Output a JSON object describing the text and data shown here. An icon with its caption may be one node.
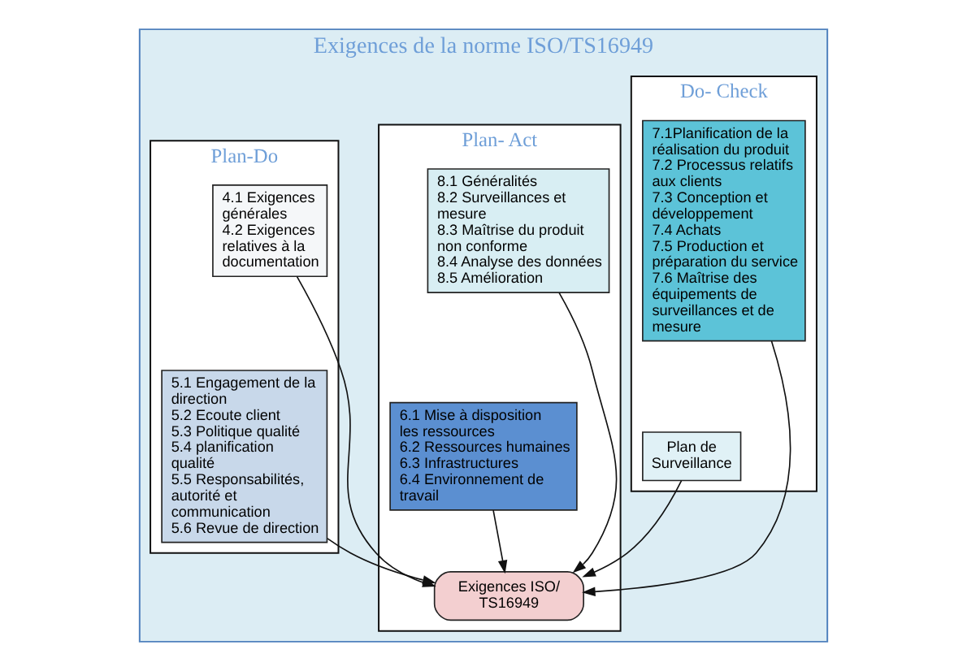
{
  "diagram": {
    "nodes": [
      {
        "text": [
          "Exigences de la norme ISO/TS16949"
        ]
      },
      {
        "text": [
          "Plan-Do"
        ],
        "in": 0
      },
      {
        "text": [
          "4.1 Exigences générales",
          "4.2 Exigences relatives à la documentation"
        ],
        "in": 1
      },
      {
        "text": [
          "5.1 Engagement de la direction",
          "5.2 Ecoute client",
          "5.3 Politique qualité",
          "5.4 planification qualité",
          "5.5 Responsabilités, autorité et communication",
          "5.6 Revue de direction"
        ],
        "in": 1
      },
      {
        "text": [
          "Plan- Act"
        ],
        "in": 0
      },
      {
        "text": [
          "8.1 Généralités",
          "8.2 Surveillances et mesure",
          "8.3 Maîtrise du produit non conforme",
          "8.4 Analyse des données",
          "8.5 Amélioration"
        ],
        "in": 4
      },
      {
        "text": [
          "Exigences ISO/ TS16949"
        ],
        "in": 4
      },
      {
        "text": [
          "6.1 Mise à disposition les ressources",
          "6.2 Ressources humaines",
          "6.3 Infrastructures",
          "6.4 Environnement de travail"
        ],
        "in": 4
      },
      {
        "text": [
          "Do- Check"
        ],
        "in": 0
      },
      {
        "text": [
          "7.1Planification de la réalisation du produit",
          "7.2 Processus relatifs aux clients",
          "7.3 Conception et développement",
          "7.4 Achats",
          "7.5 Production et préparation du service",
          "7.6 Maîtrise des équipements de surveillances et de mesure"
        ],
        "in": 8
      },
      {
        "text": [
          "Plan de Surveillance"
        ],
        "in": 8
      }
    ],
    "edges": [
      {
        "from": 2,
        "to": 6,
        "arrow": "to"
      },
      {
        "from": 3,
        "to": 6,
        "arrow": "to"
      },
      {
        "from": 5,
        "to": 6,
        "arrow": "to"
      },
      {
        "from": 7,
        "to": 6,
        "arrow": "to"
      },
      {
        "from": 9,
        "to": 6,
        "arrow": "to"
      },
      {
        "from": 10,
        "to": 6,
        "arrow": "to"
      }
    ]
  }
}
